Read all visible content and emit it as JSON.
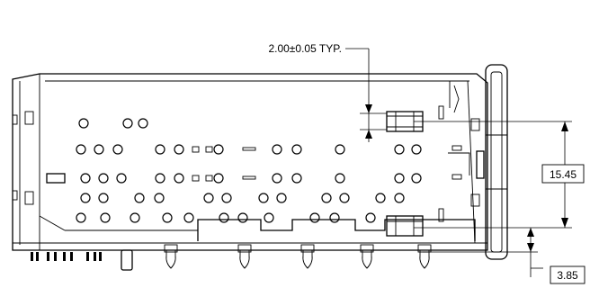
{
  "dimensions": {
    "pitch_note": "2.00±0.05 TYP.",
    "height_value": "15.45",
    "offset_value": "3.85"
  }
}
